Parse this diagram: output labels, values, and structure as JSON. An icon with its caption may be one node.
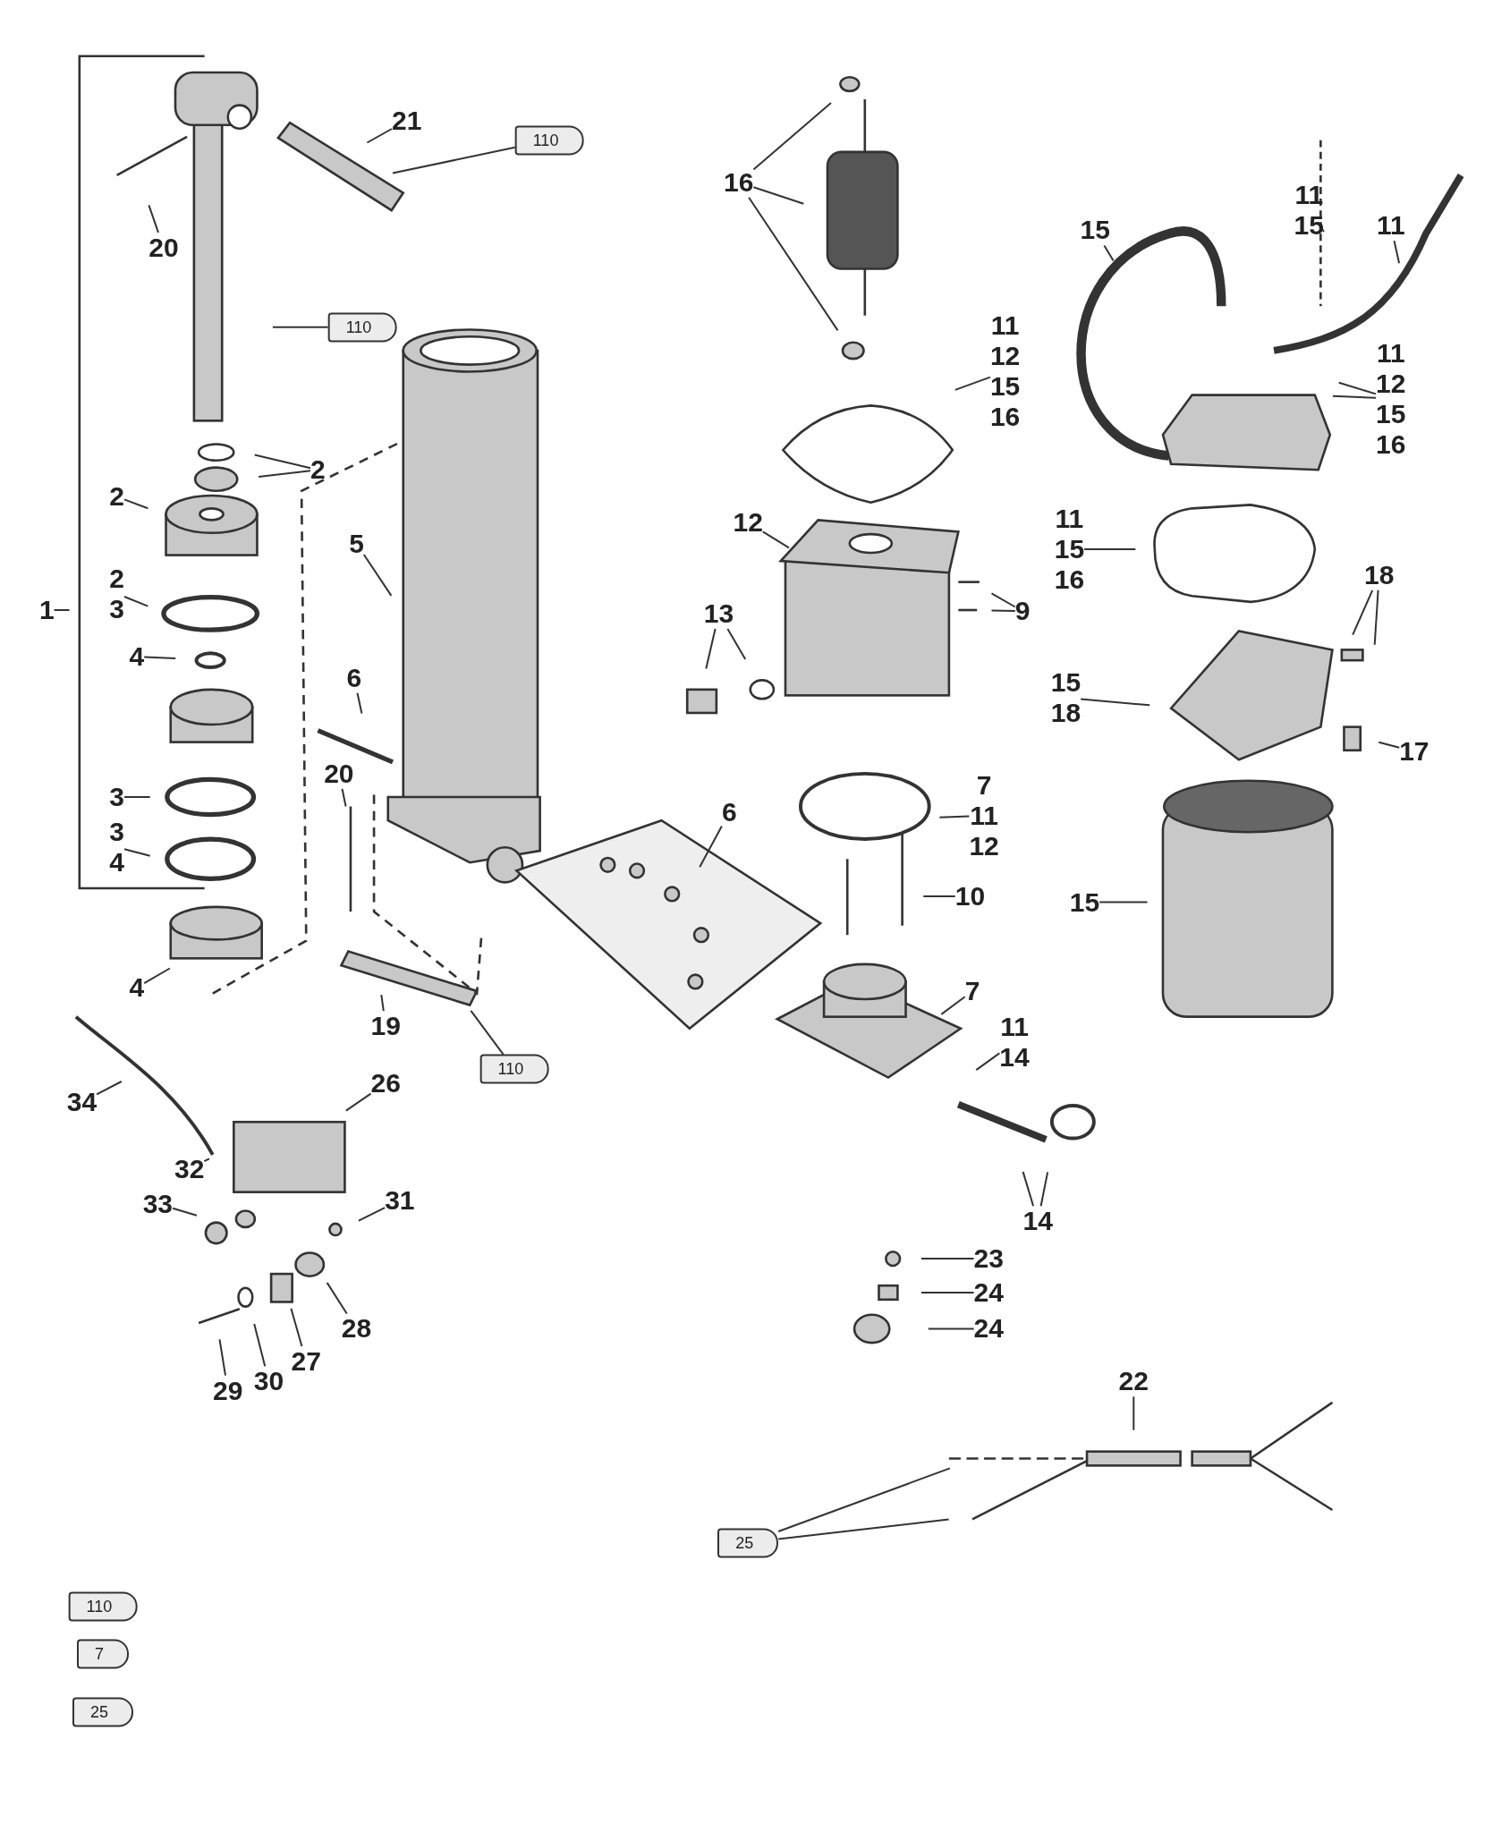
{
  "diagram": {
    "nodes": [
      {
        "text": [
          "110"
        ]
      },
      {
        "text": [
          "21"
        ]
      },
      {
        "text": [
          "20"
        ]
      },
      {
        "text": [
          "110"
        ]
      },
      {
        "text": [
          "1"
        ]
      },
      {
        "text": [
          "2"
        ]
      },
      {
        "text": [
          "2"
        ]
      },
      {
        "text": [
          "2",
          "3"
        ]
      },
      {
        "text": [
          "4"
        ]
      },
      {
        "text": [
          "5"
        ]
      },
      {
        "text": [
          "3"
        ]
      },
      {
        "text": [
          "3",
          "4"
        ]
      },
      {
        "text": [
          "4"
        ]
      },
      {
        "text": [
          "6"
        ]
      },
      {
        "text": [
          "20"
        ]
      },
      {
        "text": [
          "19"
        ]
      },
      {
        "text": [
          "110"
        ]
      },
      {
        "text": [
          "16"
        ]
      },
      {
        "text": [
          "11",
          "12",
          "15",
          "16"
        ]
      },
      {
        "text": [
          "15"
        ]
      },
      {
        "text": [
          "11",
          "15"
        ]
      },
      {
        "text": [
          "11"
        ]
      },
      {
        "text": [
          "12"
        ]
      },
      {
        "text": [
          "11",
          "12",
          "15",
          "16"
        ]
      },
      {
        "text": [
          "13"
        ]
      },
      {
        "text": [
          "9"
        ]
      },
      {
        "text": [
          "11",
          "15",
          "16"
        ]
      },
      {
        "text": [
          "18"
        ]
      },
      {
        "text": [
          "15",
          "18"
        ]
      },
      {
        "text": [
          "17"
        ]
      },
      {
        "text": [
          "6"
        ]
      },
      {
        "text": [
          "7",
          "11",
          "12"
        ]
      },
      {
        "text": [
          "10"
        ]
      },
      {
        "text": [
          "15"
        ]
      },
      {
        "text": [
          "7"
        ]
      },
      {
        "text": [
          "11",
          "14"
        ]
      },
      {
        "text": [
          "14"
        ]
      },
      {
        "text": [
          "34"
        ]
      },
      {
        "text": [
          "26"
        ]
      },
      {
        "text": [
          "32"
        ]
      },
      {
        "text": [
          "33"
        ]
      },
      {
        "text": [
          "31"
        ]
      },
      {
        "text": [
          "28"
        ]
      },
      {
        "text": [
          "27"
        ]
      },
      {
        "text": [
          "30"
        ]
      },
      {
        "text": [
          "29"
        ]
      },
      {
        "text": [
          "23"
        ]
      },
      {
        "text": [
          "24"
        ]
      },
      {
        "text": [
          "24"
        ]
      },
      {
        "text": [
          "22"
        ]
      },
      {
        "text": [
          "25"
        ]
      },
      {
        "text": [
          "110"
        ]
      },
      {
        "text": [
          "7"
        ]
      },
      {
        "text": [
          "25"
        ]
      }
    ],
    "edges": [
      {
        "from": 0,
        "to": null,
        "arrow": "none"
      },
      {
        "from": 1,
        "to": null,
        "arrow": "none"
      },
      {
        "from": 2,
        "to": null,
        "arrow": "none"
      },
      {
        "from": 3,
        "to": null,
        "arrow": "none"
      },
      {
        "from": 4,
        "to": null,
        "arrow": "none"
      },
      {
        "from": 5,
        "to": null,
        "arrow": "none"
      },
      {
        "from": 5,
        "to": null,
        "arrow": "none"
      },
      {
        "from": 6,
        "to": null,
        "arrow": "none"
      },
      {
        "from": 7,
        "to": null,
        "arrow": "none"
      },
      {
        "from": 8,
        "to": null,
        "arrow": "none"
      },
      {
        "from": 9,
        "to": null,
        "arrow": "none"
      },
      {
        "from": 10,
        "to": null,
        "arrow": "none"
      },
      {
        "from": 11,
        "to": null,
        "arrow": "none"
      },
      {
        "from": 12,
        "to": null,
        "arrow": "none"
      },
      {
        "from": 13,
        "to": null,
        "arrow": "none"
      },
      {
        "from": 14,
        "to": null,
        "arrow": "none"
      },
      {
        "from": 15,
        "to": null,
        "arrow": "none"
      },
      {
        "from": 16,
        "to": null,
        "arrow": "none"
      },
      {
        "from": 17,
        "to": null,
        "arrow": "none"
      },
      {
        "from": 17,
        "to": null,
        "arrow": "none"
      },
      {
        "from": 17,
        "to": null,
        "arrow": "none"
      },
      {
        "from": 18,
        "to": null,
        "arrow": "none"
      },
      {
        "from": 19,
        "to": null,
        "arrow": "none"
      },
      {
        "from": 20,
        "to": null,
        "arrow": "none"
      },
      {
        "from": 21,
        "to": null,
        "arrow": "none"
      },
      {
        "from": 22,
        "to": null,
        "arrow": "none"
      },
      {
        "from": 23,
        "to": null,
        "arrow": "none"
      },
      {
        "from": 23,
        "to": null,
        "arrow": "none"
      },
      {
        "from": 24,
        "to": null,
        "arrow": "none"
      },
      {
        "from": 24,
        "to": null,
        "arrow": "none"
      },
      {
        "from": 25,
        "to": null,
        "arrow": "none"
      },
      {
        "from": 25,
        "to": null,
        "arrow": "none"
      },
      {
        "from": 26,
        "to": null,
        "arrow": "none"
      },
      {
        "from": 27,
        "to": null,
        "arrow": "none"
      },
      {
        "from": 27,
        "to": null,
        "arrow": "none"
      },
      {
        "from": 28,
        "to": null,
        "arrow": "none"
      },
      {
        "from": 29,
        "to": null,
        "arrow": "none"
      },
      {
        "from": 30,
        "to": null,
        "arrow": "none"
      },
      {
        "from": 31,
        "to": null,
        "arrow": "none"
      },
      {
        "from": 32,
        "to": null,
        "arrow": "none"
      },
      {
        "from": 33,
        "to": null,
        "arrow": "none"
      },
      {
        "from": 34,
        "to": null,
        "arrow": "none"
      },
      {
        "from": 35,
        "to": null,
        "arrow": "none"
      },
      {
        "from": 36,
        "to": null,
        "arrow": "none"
      },
      {
        "from": 36,
        "to": null,
        "arrow": "none"
      },
      {
        "from": 37,
        "to": null,
        "arrow": "none"
      },
      {
        "from": 38,
        "to": null,
        "arrow": "none"
      },
      {
        "from": 39,
        "to": null,
        "arrow": "none"
      },
      {
        "from": 40,
        "to": null,
        "arrow": "none"
      },
      {
        "from": 41,
        "to": null,
        "arrow": "none"
      },
      {
        "from": 42,
        "to": null,
        "arrow": "none"
      },
      {
        "from": 43,
        "to": null,
        "arrow": "none"
      },
      {
        "from": 44,
        "to": null,
        "arrow": "none"
      },
      {
        "from": 45,
        "to": null,
        "arrow": "none"
      },
      {
        "from": 46,
        "to": null,
        "arrow": "none"
      },
      {
        "from": 47,
        "to": null,
        "arrow": "none"
      },
      {
        "from": 48,
        "to": null,
        "arrow": "none"
      },
      {
        "from": 49,
        "to": null,
        "arrow": "none"
      },
      {
        "from": 50,
        "to": null,
        "arrow": "none"
      },
      {
        "from": 50,
        "to": null,
        "arrow": "none"
      }
    ]
  }
}
